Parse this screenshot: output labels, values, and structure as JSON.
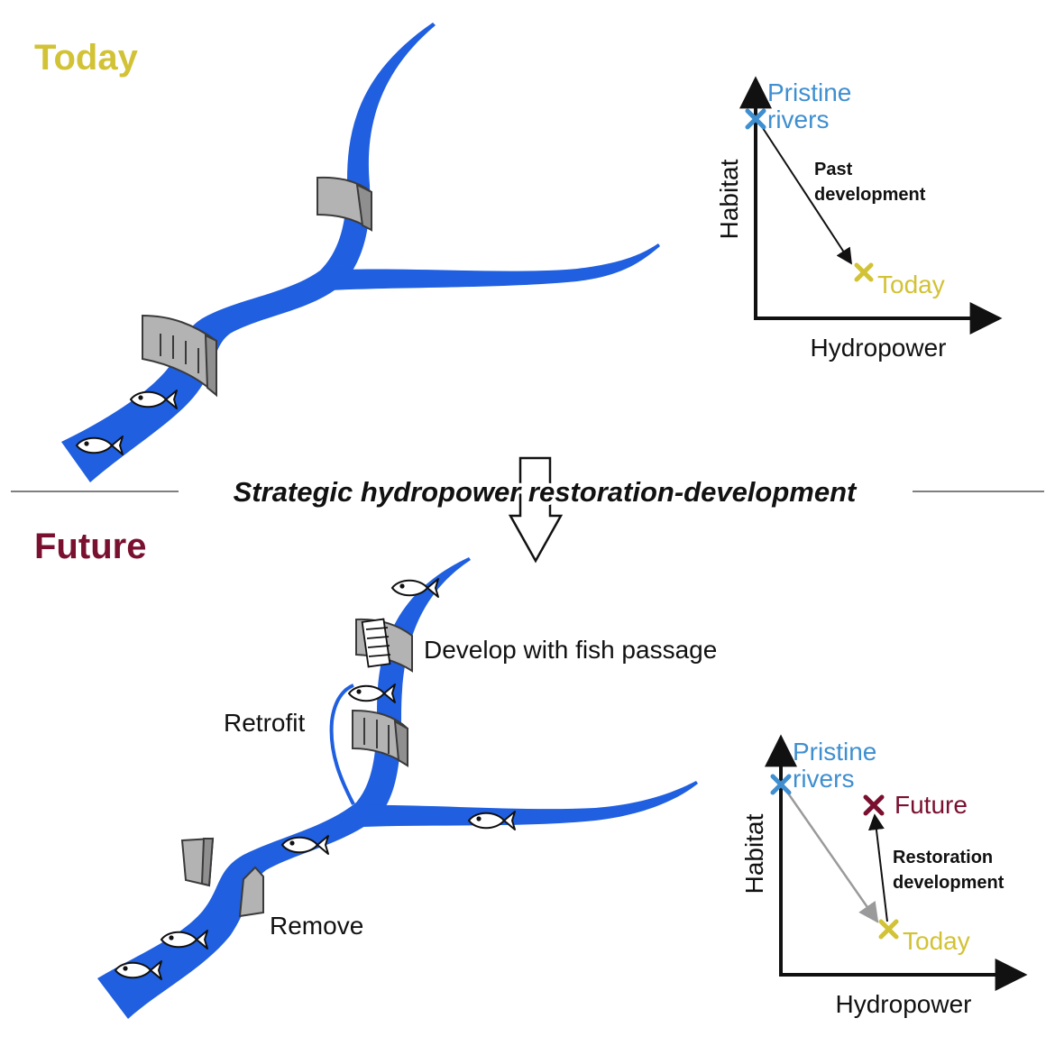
{
  "colors": {
    "river": "#1f5fe0",
    "dam_fill": "#b3b3b3",
    "dam_stroke": "#3a3a3a",
    "today": "#d2c235",
    "future": "#7a1030",
    "pristine": "#3f8fd0",
    "axis": "#111111",
    "past_arrow_grey": "#9a9a9a"
  },
  "today_panel": {
    "title": "Today",
    "chart": {
      "y_label": "Habitat",
      "x_label": "Hydropower",
      "pristine_label": [
        "Pristine",
        "rivers"
      ],
      "today_label": "Today",
      "arrow_label": [
        "Past",
        "development"
      ]
    }
  },
  "divider": {
    "label": "Strategic hydropower restoration-development"
  },
  "future_panel": {
    "title": "Future",
    "annotations": {
      "develop": "Develop with fish passage",
      "retrofit": "Retrofit",
      "remove": "Remove"
    },
    "chart": {
      "y_label": "Habitat",
      "x_label": "Hydropower",
      "pristine_label": [
        "Pristine",
        "rivers"
      ],
      "future_label": "Future",
      "today_label": "Today",
      "arrow_label": [
        "Restoration",
        "development"
      ]
    }
  }
}
